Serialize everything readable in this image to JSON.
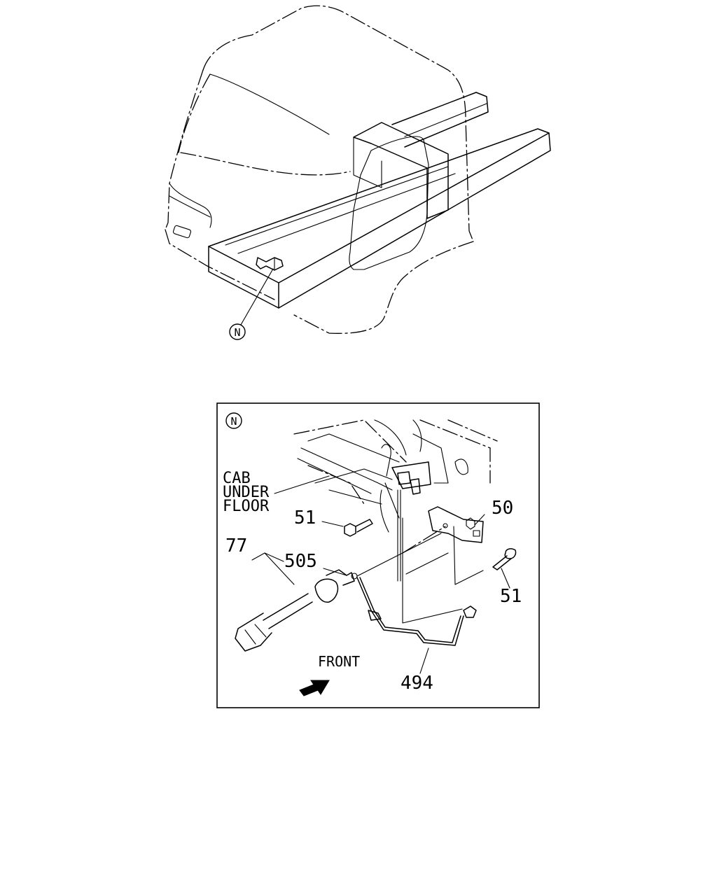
{
  "overview": {
    "callout_letter": "N"
  },
  "detail": {
    "callout_letter": "N",
    "cab_label_line1": "CAB",
    "cab_label_line2": "UNDER",
    "cab_label_line3": "FLOOR",
    "parts": {
      "p51_left": "51",
      "p50": "50",
      "p77": "77",
      "p505": "505",
      "p51_right": "51",
      "p494": "494"
    },
    "front_label": "FRONT"
  }
}
